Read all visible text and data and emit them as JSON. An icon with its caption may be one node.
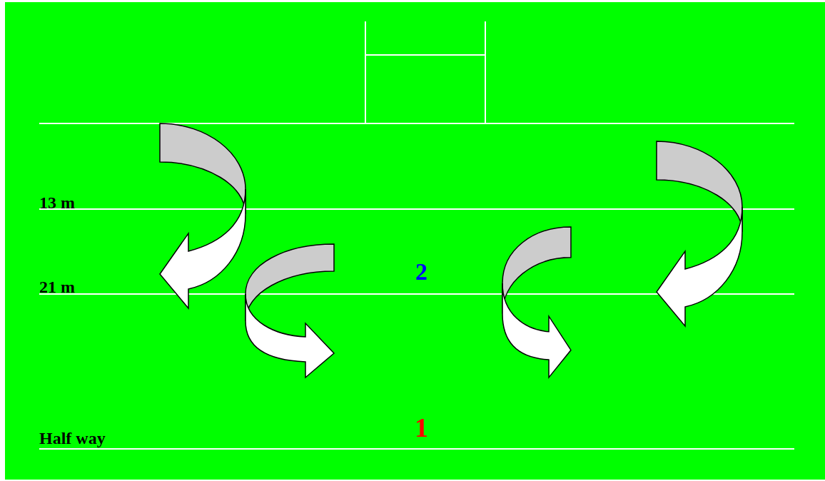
{
  "diagram": {
    "labels": [
      "13 m",
      "2",
      "21 m",
      "1",
      "Half way"
    ]
  }
}
